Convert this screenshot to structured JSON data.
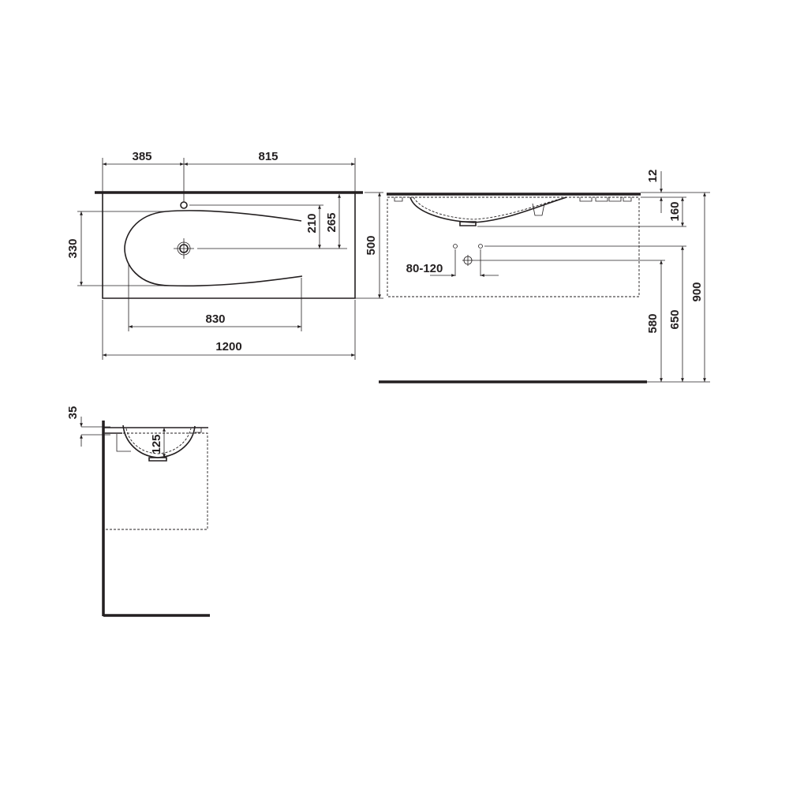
{
  "plan_view": {
    "width_left": "385",
    "width_right": "815",
    "bowl_depth": "330",
    "tap_to_drain": "210",
    "edge_to_drain": "265",
    "depth_total": "500",
    "bowl_length": "830",
    "width_total": "1200"
  },
  "front_view": {
    "slab_thickness": "12",
    "bowl_height": "160",
    "total_height": "900",
    "supply_height": "650",
    "waste_height": "580",
    "supply_spacing": "80-120"
  },
  "side_view": {
    "rim_height": "35",
    "bowl_depth": "125"
  },
  "colors": {
    "line": "#231f20",
    "background": "#ffffff"
  }
}
